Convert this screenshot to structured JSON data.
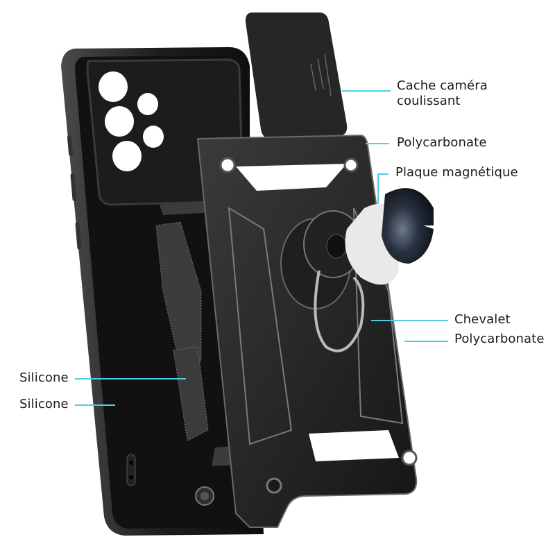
{
  "diagram": {
    "subject": "Rugged phone case with sliding camera cover and ring stand (exploded view)",
    "accent_color": "#4dd0e1",
    "labels": [
      {
        "id": "cache-camera",
        "line1": "Cache caméra",
        "line2": "coulissant"
      },
      {
        "id": "polycarbonate-top",
        "text": "Polycarbonate"
      },
      {
        "id": "plaque-magnetique",
        "text": "Plaque magnétique"
      },
      {
        "id": "chevalet",
        "text": "Chevalet"
      },
      {
        "id": "polycarbonate-bottom",
        "text": "Polycarbonate"
      },
      {
        "id": "silicone-1",
        "text": "Silicone"
      },
      {
        "id": "silicone-2",
        "text": "Silicone"
      }
    ],
    "colors": {
      "case_black": "#141414",
      "case_edge": "#3a3a3a",
      "frame_gray": "#2a2a2a",
      "highlight": "#8a8a8a",
      "white_disc": "#e9e9e9",
      "metal_disc": "#2b3340",
      "camera_hole": "#ffffff"
    }
  }
}
